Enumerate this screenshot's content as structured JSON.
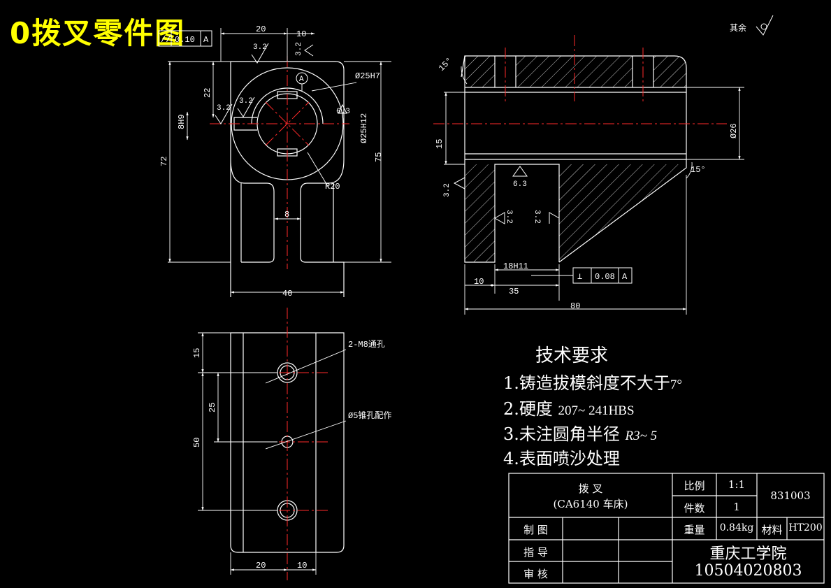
{
  "title": "0拨叉零件图",
  "surface_note": "其余",
  "dimensions": {
    "front": {
      "d20": "20",
      "d10": "10",
      "d22": "22",
      "d8h9": "8H9",
      "d72": "72",
      "d75": "75",
      "d8": "8",
      "d40": "40",
      "r20": "R20",
      "dia25h7": "Ø25H7",
      "dia25h12": "Ø25H12"
    },
    "section": {
      "d15": "15",
      "dia26": "Ø26",
      "h18h11": "18H11",
      "d10": "10",
      "d35": "35",
      "d80": "80",
      "angle15a": "15°",
      "angle15b": "15°"
    },
    "bottom": {
      "d15": "15",
      "d25": "25",
      "d50": "50",
      "d20": "20",
      "d10": "10",
      "hole_m8": "2-M8通孔",
      "hole_taper": "Ø5锥孔配作"
    }
  },
  "roughness": {
    "r32": "3.2",
    "r63": "6.3"
  },
  "datum": {
    "label": "A"
  },
  "tolerances": {
    "top": {
      "symbol": "//",
      "value": "0.10",
      "datum": "A"
    },
    "perp": {
      "symbol": "⊥",
      "value": "0.08",
      "datum": "A"
    }
  },
  "tech_requirements": {
    "title": "技术要求",
    "items": [
      {
        "prefix": "1.",
        "text": "铸造拔模斜度不大于",
        "suffix": "7°"
      },
      {
        "prefix": "2.",
        "text": "硬度",
        "suffix": "207~ 241HBS"
      },
      {
        "prefix": "3.",
        "text": "未注圆角半径",
        "suffix": "R3~ 5"
      },
      {
        "prefix": "4.",
        "text": "表面喷沙处理",
        "suffix": ""
      }
    ]
  },
  "title_block": {
    "part_name": "拨      叉",
    "machine": "(CA6140  车床)",
    "scale_label": "比例",
    "scale": "1:1",
    "count_label": "件数",
    "count": "1",
    "drawing_no": "831003",
    "drawn_label": "制 图",
    "guide_label": "指 导",
    "review_label": "审 核",
    "weight_label": "重量",
    "weight": "0.84kg",
    "material_label": "材料",
    "material": "HT200",
    "school": "重庆工学院",
    "student_id": "10504020803"
  },
  "colors": {
    "outline": "#ffffff",
    "centerline": "#ff2a2a",
    "title": "#ffff00",
    "hatch": "#ffffff",
    "background": "#000000"
  }
}
